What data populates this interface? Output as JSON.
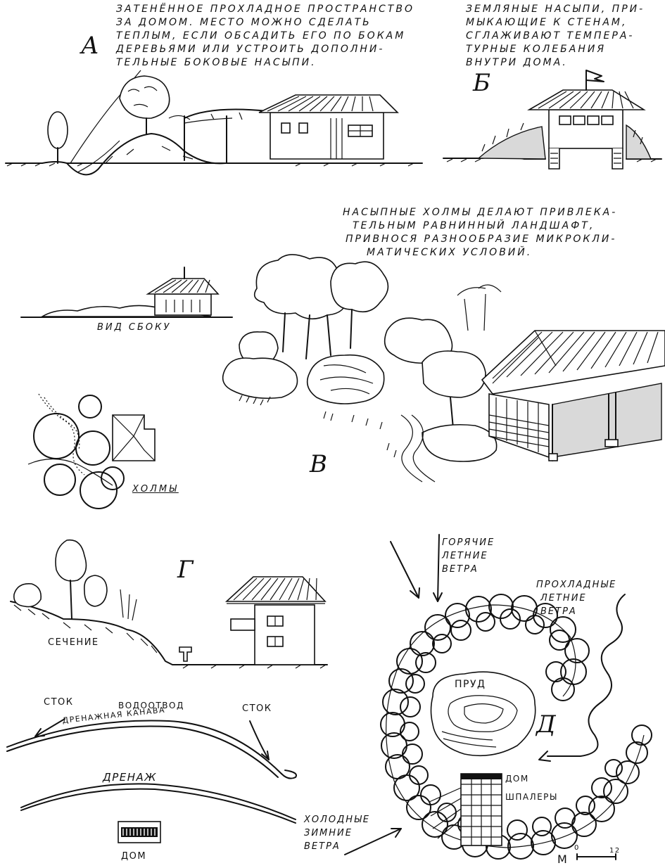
{
  "panelA": {
    "letter": "А",
    "caption": [
      "ЗАТЕНЁННОЕ ПРОХЛАДНОЕ ПРОСТРАНСТВО",
      "ЗА ДОМОМ. МЕСТО МОЖНО СДЕЛАТЬ",
      "ТЕПЛЫМ, ЕСЛИ ОБСАДИТЬ ЕГО ПО БОКАМ",
      "ДЕРЕВЬЯМИ ИЛИ УСТРОИТЬ ДОПОЛНИ-",
      "ТЕЛЬНЫЕ БОКОВЫЕ НАСЫПИ."
    ]
  },
  "panelB": {
    "letter": "Б",
    "caption": [
      "ЗЕМЛЯНЫЕ НАСЫПИ, ПРИ-",
      "МЫКАЮЩИЕ К СТЕНАМ,",
      "СГЛАЖИВАЮТ ТЕМПЕРА-",
      "ТУРНЫЕ КОЛЕБАНИЯ",
      "ВНУТРИ ДОМА."
    ]
  },
  "panelV": {
    "letter": "В",
    "caption": [
      "НАСЫПНЫЕ ХОЛМЫ ДЕЛАЮТ ПРИВЛЕКА-",
      "ТЕЛЬНЫМ РАВНИННЫЙ ЛАНДШАФТ,",
      "ПРИВНОСЯ РАЗНООБРАЗИЕ МИКРОКЛИ-",
      "МАТИЧЕСКИХ УСЛОВИЙ."
    ],
    "side_view_label": "ВИД СБОКУ",
    "hills_label": "ХОЛМЫ"
  },
  "panelG": {
    "letter": "Г",
    "section_label": "СЕЧЕНИЕ",
    "runoff_left": "СТОК",
    "runoff_right": "СТОК",
    "watercourse": "ВОДООТВОД",
    "drain_ditch": "ДРЕНАЖНАЯ КАНАВА",
    "drainage": "ДРЕНАЖ",
    "house": "ДОМ"
  },
  "panelD": {
    "letter": "Д",
    "hot_winds": [
      "ГОРЯЧИЕ",
      "ЛЕТНИЕ",
      "ВЕТРА"
    ],
    "cool_winds": [
      "ПРОХЛАДНЫЕ",
      "ЛЕТНИЕ",
      "ВЕТРА"
    ],
    "cold_winds": [
      "ХОЛОДНЫЕ",
      "ЗИМНИЕ",
      "ВЕТРА"
    ],
    "pond": "ПРУД",
    "house": "ДОМ",
    "trellis": "ШПАЛЕРЫ",
    "scale_letter": "М",
    "scale_start": "0",
    "scale_end": "12"
  }
}
